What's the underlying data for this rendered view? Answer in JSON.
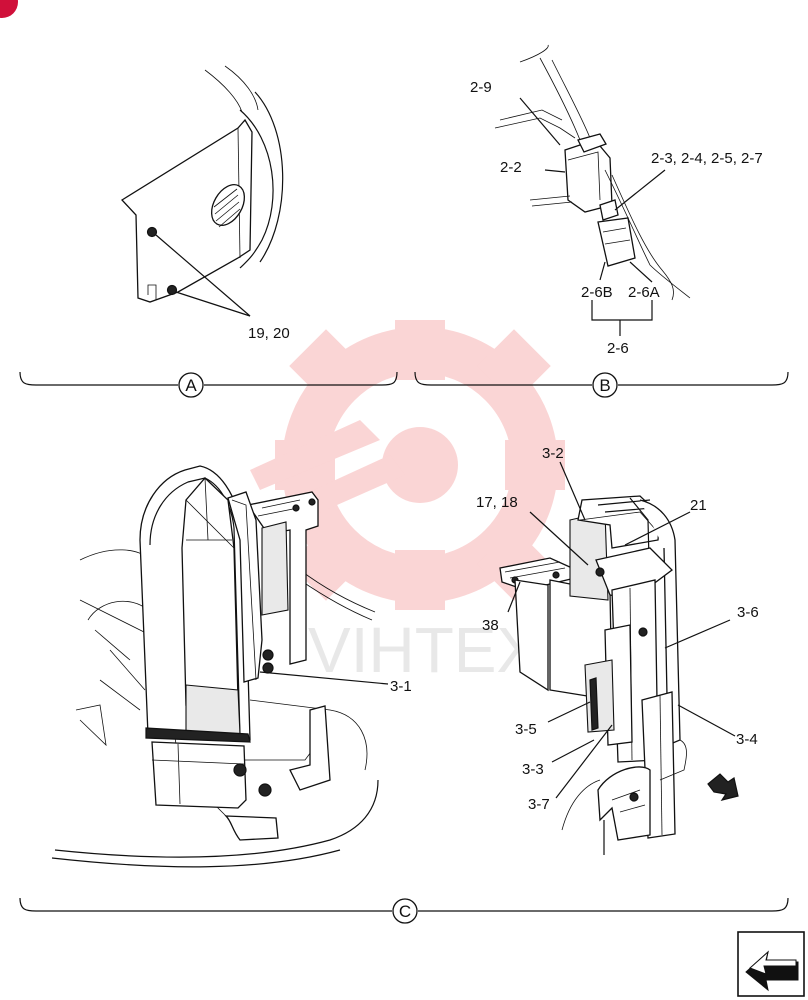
{
  "watermark": {
    "text": "VIHTEX",
    "color": "#f06a6a"
  },
  "corner_badge": {
    "color": "#d0103a"
  },
  "views": {
    "a": {
      "marker": "A",
      "labels": {
        "screws": "19, 20"
      }
    },
    "b": {
      "marker": "B",
      "labels": {
        "p2_9": "2-9",
        "p2_2": "2-2",
        "p2_3": "2-3, 2-4, 2-5, 2-7",
        "p2_6b": "2-6B",
        "p2_6a": "2-6A",
        "p2_6": "2-6"
      }
    },
    "c": {
      "marker": "C",
      "labels": {
        "p3_1": "3-1",
        "p3_2": "3-2",
        "p17_18": "17, 18",
        "p21": "21",
        "p38": "38",
        "p3_6": "3-6",
        "p3_5": "3-5",
        "p3_4": "3-4",
        "p3_3": "3-3",
        "p3_7": "3-7"
      }
    }
  },
  "nav": {
    "next_icon": "arrow-next-page-icon"
  }
}
